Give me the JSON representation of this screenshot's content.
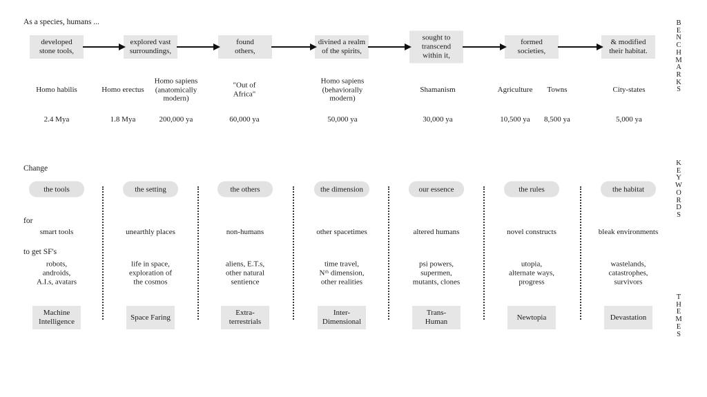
{
  "page": {
    "intro": "As a species, humans ..."
  },
  "colors": {
    "background": "#ffffff",
    "box_bg": "#e6e6e6",
    "pill_bg": "#e2e2e2",
    "text": "#1a1a1a",
    "arrow": "#111111"
  },
  "benchmarks_section": {
    "side_label": "BENCHMARKS",
    "flow": [
      "developed\nstone tools,",
      "explored vast\nsurroundings,",
      "found\nothers,",
      "divined a realm\nof the spirits,",
      "sought to\ntranscend\nwithin it,",
      "formed\nsocieties,",
      "& modified\ntheir habitat."
    ],
    "milestones": [
      {
        "name": "Homo habilis",
        "date": "2.4 Mya"
      },
      {
        "name": "Homo erectus",
        "date": "1.8 Mya"
      },
      {
        "name": "Homo sapiens\n(anatomically\nmodern)",
        "date": "200,000 ya"
      },
      {
        "name": "\"Out of\nAfrica\"",
        "date": "60,000 ya"
      },
      {
        "name": "Homo sapiens\n(behaviorally\nmodern)",
        "date": "50,000 ya"
      },
      {
        "name": "Shamanism",
        "date": "30,000 ya"
      },
      {
        "name": "Agriculture",
        "date": "10,500 ya"
      },
      {
        "name": "Towns",
        "date": "8,500 ya"
      },
      {
        "name": "City-states",
        "date": "5,000 ya"
      }
    ]
  },
  "keywords_section": {
    "side_label": "KEYWORDS",
    "change_label": "Change",
    "for_label": "for",
    "to_get_label": "to get SF's",
    "columns": [
      {
        "keyword": "the tools",
        "for_item": "smart tools",
        "examples": "robots,\nandroids,\nA.I.s, avatars"
      },
      {
        "keyword": "the setting",
        "for_item": "unearthly places",
        "examples": "life in space,\nexploration of\nthe cosmos"
      },
      {
        "keyword": "the others",
        "for_item": "non-humans",
        "examples": "aliens, E.T.s,\nother natural\nsentience"
      },
      {
        "keyword": "the dimension",
        "for_item": "other spacetimes",
        "examples": "time travel,\nNᵗʰ dimension,\nother realities"
      },
      {
        "keyword": "our essence",
        "for_item": "altered humans",
        "examples": "psi powers,\nsupermen,\nmutants, clones"
      },
      {
        "keyword": "the rules",
        "for_item": "novel constructs",
        "examples": "utopia,\nalternate ways,\nprogress"
      },
      {
        "keyword": "the habitat",
        "for_item": "bleak environments",
        "examples": "wastelands,\ncatastrophes,\nsurvivors"
      }
    ]
  },
  "themes_section": {
    "side_label": "THEMES",
    "themes": [
      "Machine\nIntelligence",
      "Space Faring",
      "Extra-\nterrestrials",
      "Inter-\nDimensional",
      "Trans-\nHuman",
      "Newtopia",
      "Devastation"
    ]
  }
}
